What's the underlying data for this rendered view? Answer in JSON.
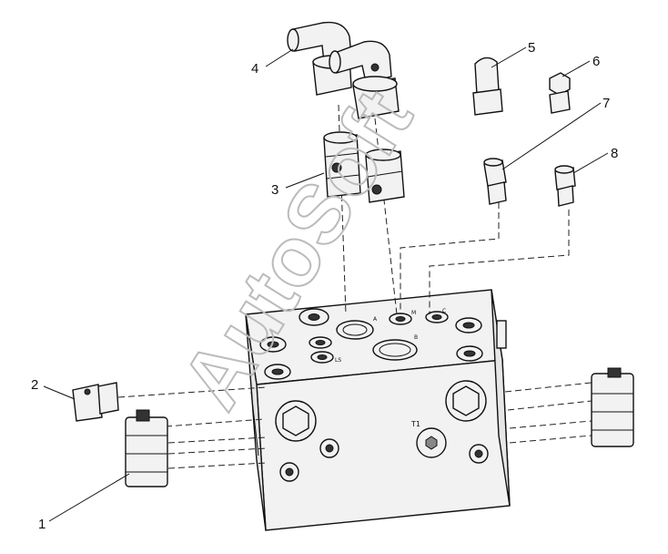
{
  "diagram": {
    "callouts": [
      {
        "id": "callout-1",
        "text": "1"
      },
      {
        "id": "callout-2",
        "text": "2"
      },
      {
        "id": "callout-3",
        "text": "3"
      },
      {
        "id": "callout-4",
        "text": "4"
      },
      {
        "id": "callout-5",
        "text": "5"
      },
      {
        "id": "callout-6",
        "text": "6"
      },
      {
        "id": "callout-7",
        "text": "7"
      },
      {
        "id": "callout-8",
        "text": "8"
      }
    ],
    "port_labels": {
      "t1": "T1",
      "a": "A",
      "b": "B",
      "m": "M",
      "c": "C",
      "ls": "LS"
    },
    "watermark": "AutoSoft"
  }
}
